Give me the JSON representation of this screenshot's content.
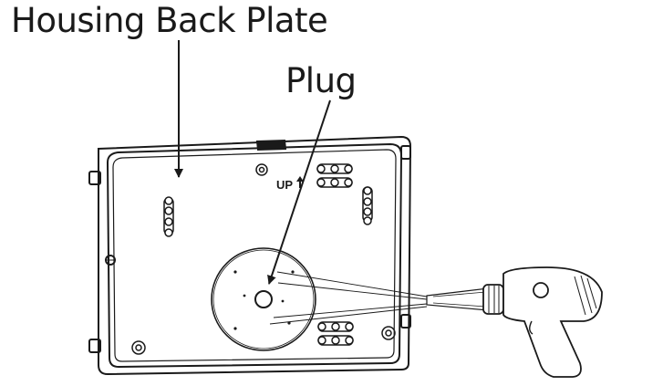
{
  "labels": {
    "housing_back_plate": "Housing Back Plate",
    "plug": "Plug",
    "up_marking": "UP"
  },
  "icons": {
    "drill": "power-drill-icon",
    "up_arrow": "up-arrow-icon"
  },
  "colors": {
    "line": "#1a1a1a",
    "background": "#ffffff"
  }
}
